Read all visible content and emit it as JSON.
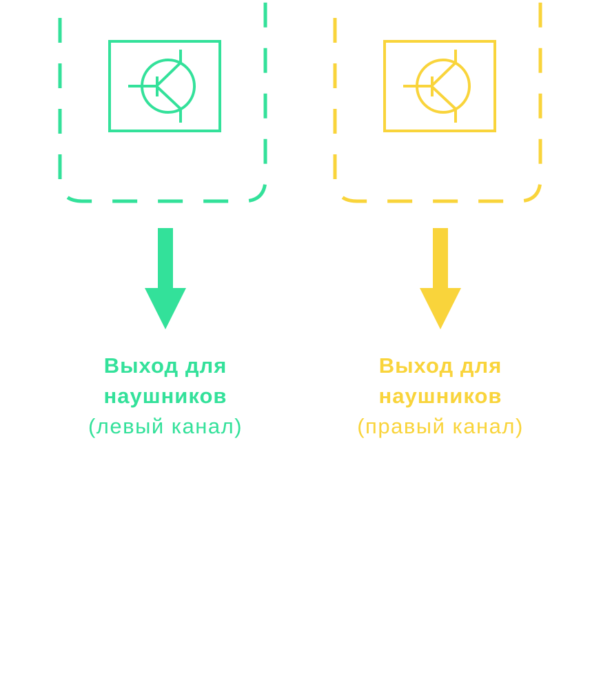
{
  "colors": {
    "left": "#33E19A",
    "right": "#F9D43B"
  },
  "channels": [
    {
      "icon": "transistor-icon",
      "title_line1": "Выход для",
      "title_line2": "наушников",
      "subtitle": "(левый канал)"
    },
    {
      "icon": "transistor-icon",
      "title_line1": "Выход для",
      "title_line2": "наушников",
      "subtitle": "(правый канал)"
    }
  ]
}
